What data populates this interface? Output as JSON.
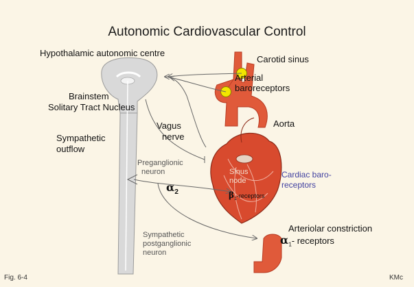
{
  "title": "Autonomic Cardiovascular Control",
  "labels": {
    "hypothalamus": "Hypothalamic autonomic centre",
    "brainstem_line1": "Brainstem",
    "brainstem_line2": "Solitary Tract Nucleus",
    "sympathetic_outflow_line1": "Sympathetic",
    "sympathetic_outflow_line2": "outflow",
    "vagus_line1": "Vagus",
    "vagus_line2": "nerve",
    "carotid_sinus": "Carotid sinus",
    "arterial_baroreceptors_line1": "Arterial",
    "arterial_baroreceptors_line2": "baroreceptors",
    "aorta": "Aorta",
    "preganglionic_line1": "Preganglionic",
    "preganglionic_line2": "neuron",
    "alpha2_symbol": "α",
    "alpha2_sub": "2",
    "sinus_node_line1": "Sinus",
    "sinus_node_line2": "node",
    "beta1_symbol": "β",
    "beta1_sub": "1",
    "beta1_suffix": "-receptors",
    "cardiac_baro_line1": "Cardiac baro-",
    "cardiac_baro_line2": "receptors",
    "arteriolar_constriction": "Arteriolar constriction",
    "alpha1_symbol": "α",
    "alpha1_sub": "1",
    "alpha1_suffix": "- receptors",
    "postganglionic_line1": "Sympathetic",
    "postganglionic_line2": "postganglionic",
    "postganglionic_line3": "neuron",
    "figure_number": "Fig. 6-4",
    "author": "KMc"
  },
  "colors": {
    "background": "#fbf5e6",
    "brain": "#d9d9d9",
    "vessel": "#e05a3a",
    "heart": "#d84a2e",
    "receptor": "#f2e600",
    "nerve": "#666666",
    "label_blue": "#4040a0"
  }
}
